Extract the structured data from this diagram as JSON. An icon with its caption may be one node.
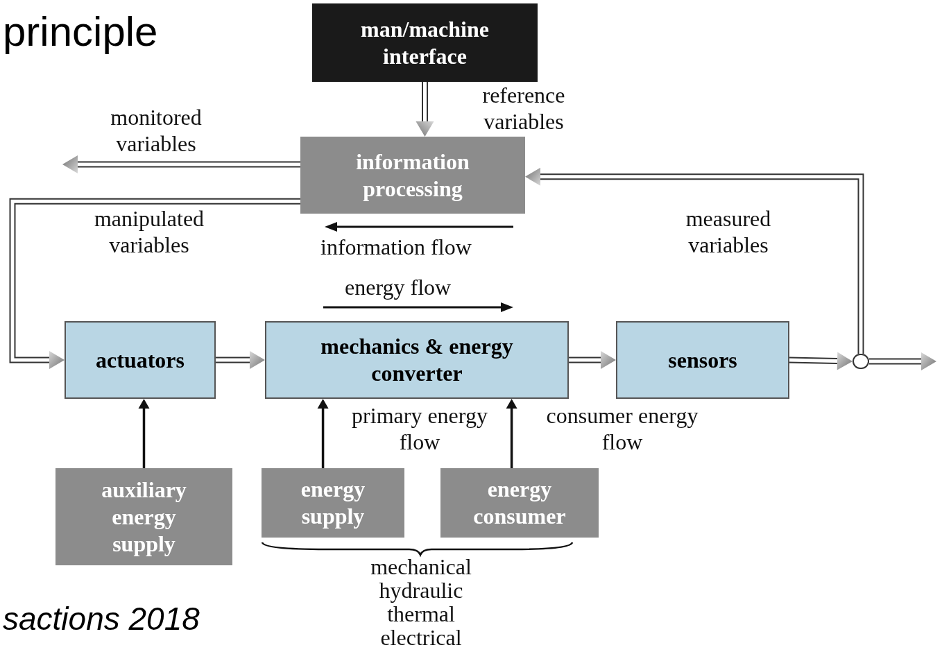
{
  "diagram": {
    "title": "principle",
    "caption": "sactions 2018",
    "nodes": [
      {
        "text": [
          "man/machine interface"
        ]
      },
      {
        "text": [
          "information processing"
        ]
      },
      {
        "text": [
          "actuators"
        ]
      },
      {
        "text": [
          "mechanics & energy converter"
        ]
      },
      {
        "text": [
          "sensors"
        ]
      },
      {
        "text": [
          "auxiliary energy supply"
        ]
      },
      {
        "text": [
          "energy supply"
        ]
      },
      {
        "text": [
          "energy consumer"
        ]
      },
      {
        "text": [],
        "shape": "circle"
      }
    ],
    "edges": [
      {
        "from": 0,
        "to": 1,
        "arrow": "to",
        "label": "reference variables"
      },
      {
        "from": 1,
        "to": null,
        "arrow": "to",
        "label": "monitored variables"
      },
      {
        "from": 1,
        "to": 2,
        "arrow": "to",
        "label": "manipulated variables"
      },
      {
        "from": 2,
        "to": 3,
        "arrow": "to"
      },
      {
        "from": 3,
        "to": 4,
        "arrow": "to"
      },
      {
        "from": 4,
        "to": 8,
        "arrow": "to"
      },
      {
        "from": 8,
        "to": null,
        "arrow": "to"
      },
      {
        "from": 8,
        "to": 1,
        "arrow": "to",
        "label": "measured variables"
      },
      {
        "from": 5,
        "to": 2,
        "arrow": "to"
      },
      {
        "from": 6,
        "to": 3,
        "arrow": "to",
        "label": "primary energy flow"
      },
      {
        "from": 7,
        "to": 3,
        "arrow": "to",
        "label": "consumer energy flow"
      }
    ],
    "labels": [
      "information flow",
      "energy flow",
      "mechanical",
      "hydraulic",
      "thermal",
      "electrical"
    ]
  }
}
